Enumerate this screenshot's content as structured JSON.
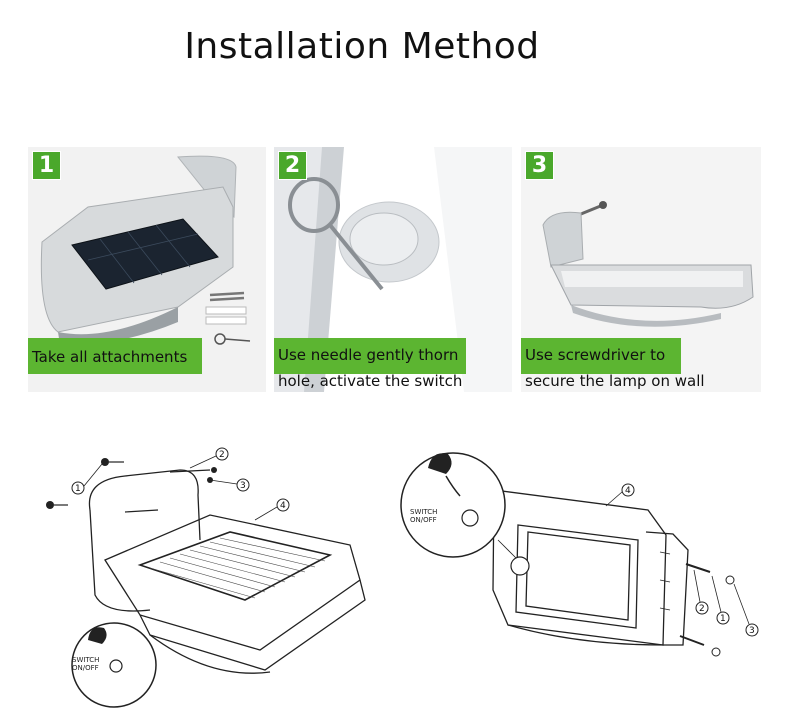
{
  "title": "Installation Method",
  "steps": [
    {
      "number": "1",
      "caption_line1": "Take all attachments",
      "caption_line2": ""
    },
    {
      "number": "2",
      "caption_line1": "Use needle gently thorn",
      "caption_line2": "hole, activate the switch"
    },
    {
      "number": "3",
      "caption_line1": "Use screwdriver to",
      "caption_line2": "secure the lamp on wall"
    }
  ],
  "diagram_left": {
    "callouts": [
      "1",
      "2",
      "3",
      "4"
    ],
    "switch_label_line1": "SWITCH",
    "switch_label_line2": "ON/OFF"
  },
  "diagram_right": {
    "callouts": [
      "4",
      "2",
      "1",
      "3"
    ],
    "switch_label_line1": "SWITCH",
    "switch_label_line2": "ON/OFF"
  },
  "colors": {
    "badge": "#4aa82b",
    "caption_bar": "#5cb531"
  }
}
